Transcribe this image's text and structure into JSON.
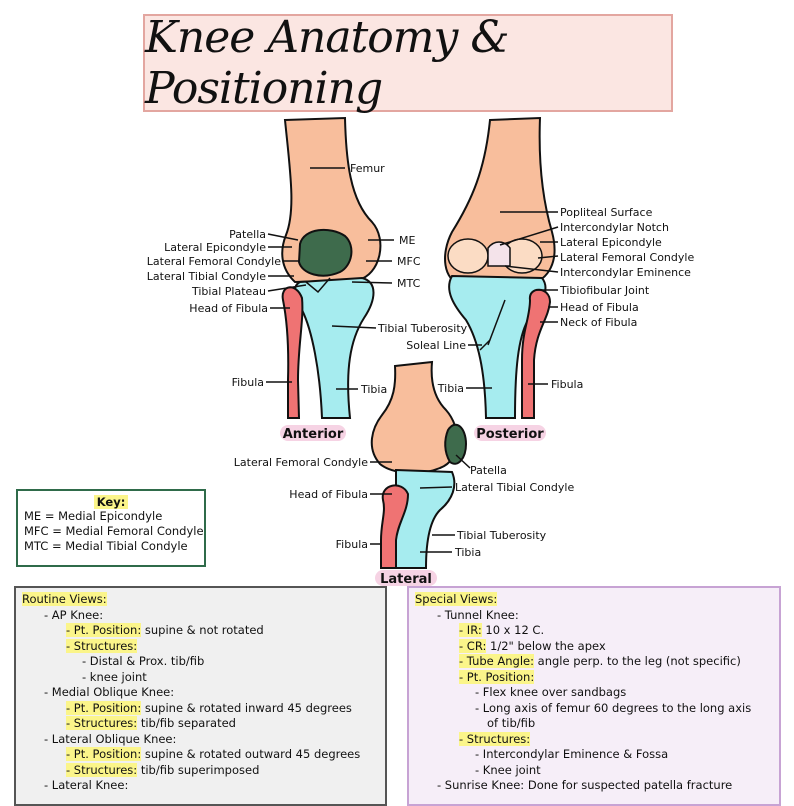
{
  "title": "Knee Anatomy & Positioning",
  "colors": {
    "femur": "#f8be9c",
    "tibia": "#a6ecef",
    "fibula": "#ef7373",
    "patella": "#3e6b4c",
    "title_bg": "#fbe6e2",
    "highlight": "#fbf58a",
    "view_label_bg": "#f6d3e4"
  },
  "views": {
    "anterior": "Anterior",
    "posterior": "Posterior",
    "lateral": "Lateral"
  },
  "anterior_labels": {
    "femur": "Femur",
    "patella": "Patella",
    "lateral_epicondyle": "Lateral Epicondyle",
    "lateral_femoral_condyle": "Lateral Femoral Condyle",
    "lateral_tibial_condyle": "Lateral Tibial Condyle",
    "tibial_plateau": "Tibial Plateau",
    "head_of_fibula": "Head of Fibula",
    "fibula": "Fibula",
    "me": "ME",
    "mfc": "MFC",
    "mtc": "MTC",
    "tibial_tuberosity": "Tibial Tuberosity",
    "tibia": "Tibia"
  },
  "posterior_labels": {
    "popliteal_surface": "Popliteal Surface",
    "intercondylar_notch": "Intercondylar Notch",
    "lateral_epicondyle": "Lateral Epicondyle",
    "lateral_femoral_condyle": "Lateral Femoral Condyle",
    "intercondylar_eminence": "Intercondylar Eminence",
    "tibiofibular_joint": "Tibiofibular Joint",
    "head_of_fibula": "Head of Fibula",
    "neck_of_fibula": "Neck of Fibula",
    "soleal_line": "Soleal Line",
    "tibia": "Tibia",
    "fibula": "Fibula"
  },
  "lateral_labels": {
    "lateral_femoral_condyle": "Lateral Femoral Condyle",
    "patella": "Patella",
    "head_of_fibula": "Head of Fibula",
    "lateral_tibial_condyle": "Lateral Tibial Condyle",
    "tibial_tuberosity": "Tibial Tuberosity",
    "fibula": "Fibula",
    "tibia": "Tibia"
  },
  "key": {
    "title": "Key:",
    "lines": [
      "ME = Medial Epicondyle",
      "MFC = Medial Femoral Condyle",
      "MTC = Medial Tibial Condyle"
    ]
  },
  "routine": {
    "title": "Routine Views:",
    "ap_knee": "- AP Knee:",
    "ap_pos_label": "- Pt. Position:",
    "ap_pos_text": " supine & not rotated",
    "ap_struct_label": "- Structures:",
    "ap_struct_1": "- Distal & Prox. tib/fib",
    "ap_struct_2": "- knee joint",
    "mo_knee": "- Medial Oblique Knee:",
    "mo_pos_label": "- Pt. Position:",
    "mo_pos_text": " supine & rotated inward 45 degrees",
    "mo_struct_label": "- Structures:",
    "mo_struct_text": " tib/fib separated",
    "lo_knee": "- Lateral Oblique Knee:",
    "lo_pos_label": "- Pt. Position:",
    "lo_pos_text": " supine & rotated outward 45 degrees",
    "lo_struct_label": "- Structures:",
    "lo_struct_text": " tib/fib superimposed",
    "lat_knee": "- Lateral Knee:"
  },
  "special": {
    "title": "Special Views:",
    "tunnel": "- Tunnel Knee:",
    "ir_label": "- IR:",
    "ir_text": " 10 x 12 C.",
    "cr_label": "- CR:",
    "cr_text": " 1/2\" below the apex",
    "tube_label": "- Tube Angle:",
    "tube_text": " angle perp. to the leg (not specific)",
    "pos_label": "- Pt. Position:",
    "pos_1": "- Flex knee over sandbags",
    "pos_2": "- Long axis of femur 60 degrees to the long axis",
    "pos_2b": "of tib/fib",
    "struct_label": "- Structures:",
    "struct_1": "- Intercondylar Eminence & Fossa",
    "struct_2": "- Knee joint",
    "sunrise": "- Sunrise Knee: Done for suspected patella fracture"
  }
}
